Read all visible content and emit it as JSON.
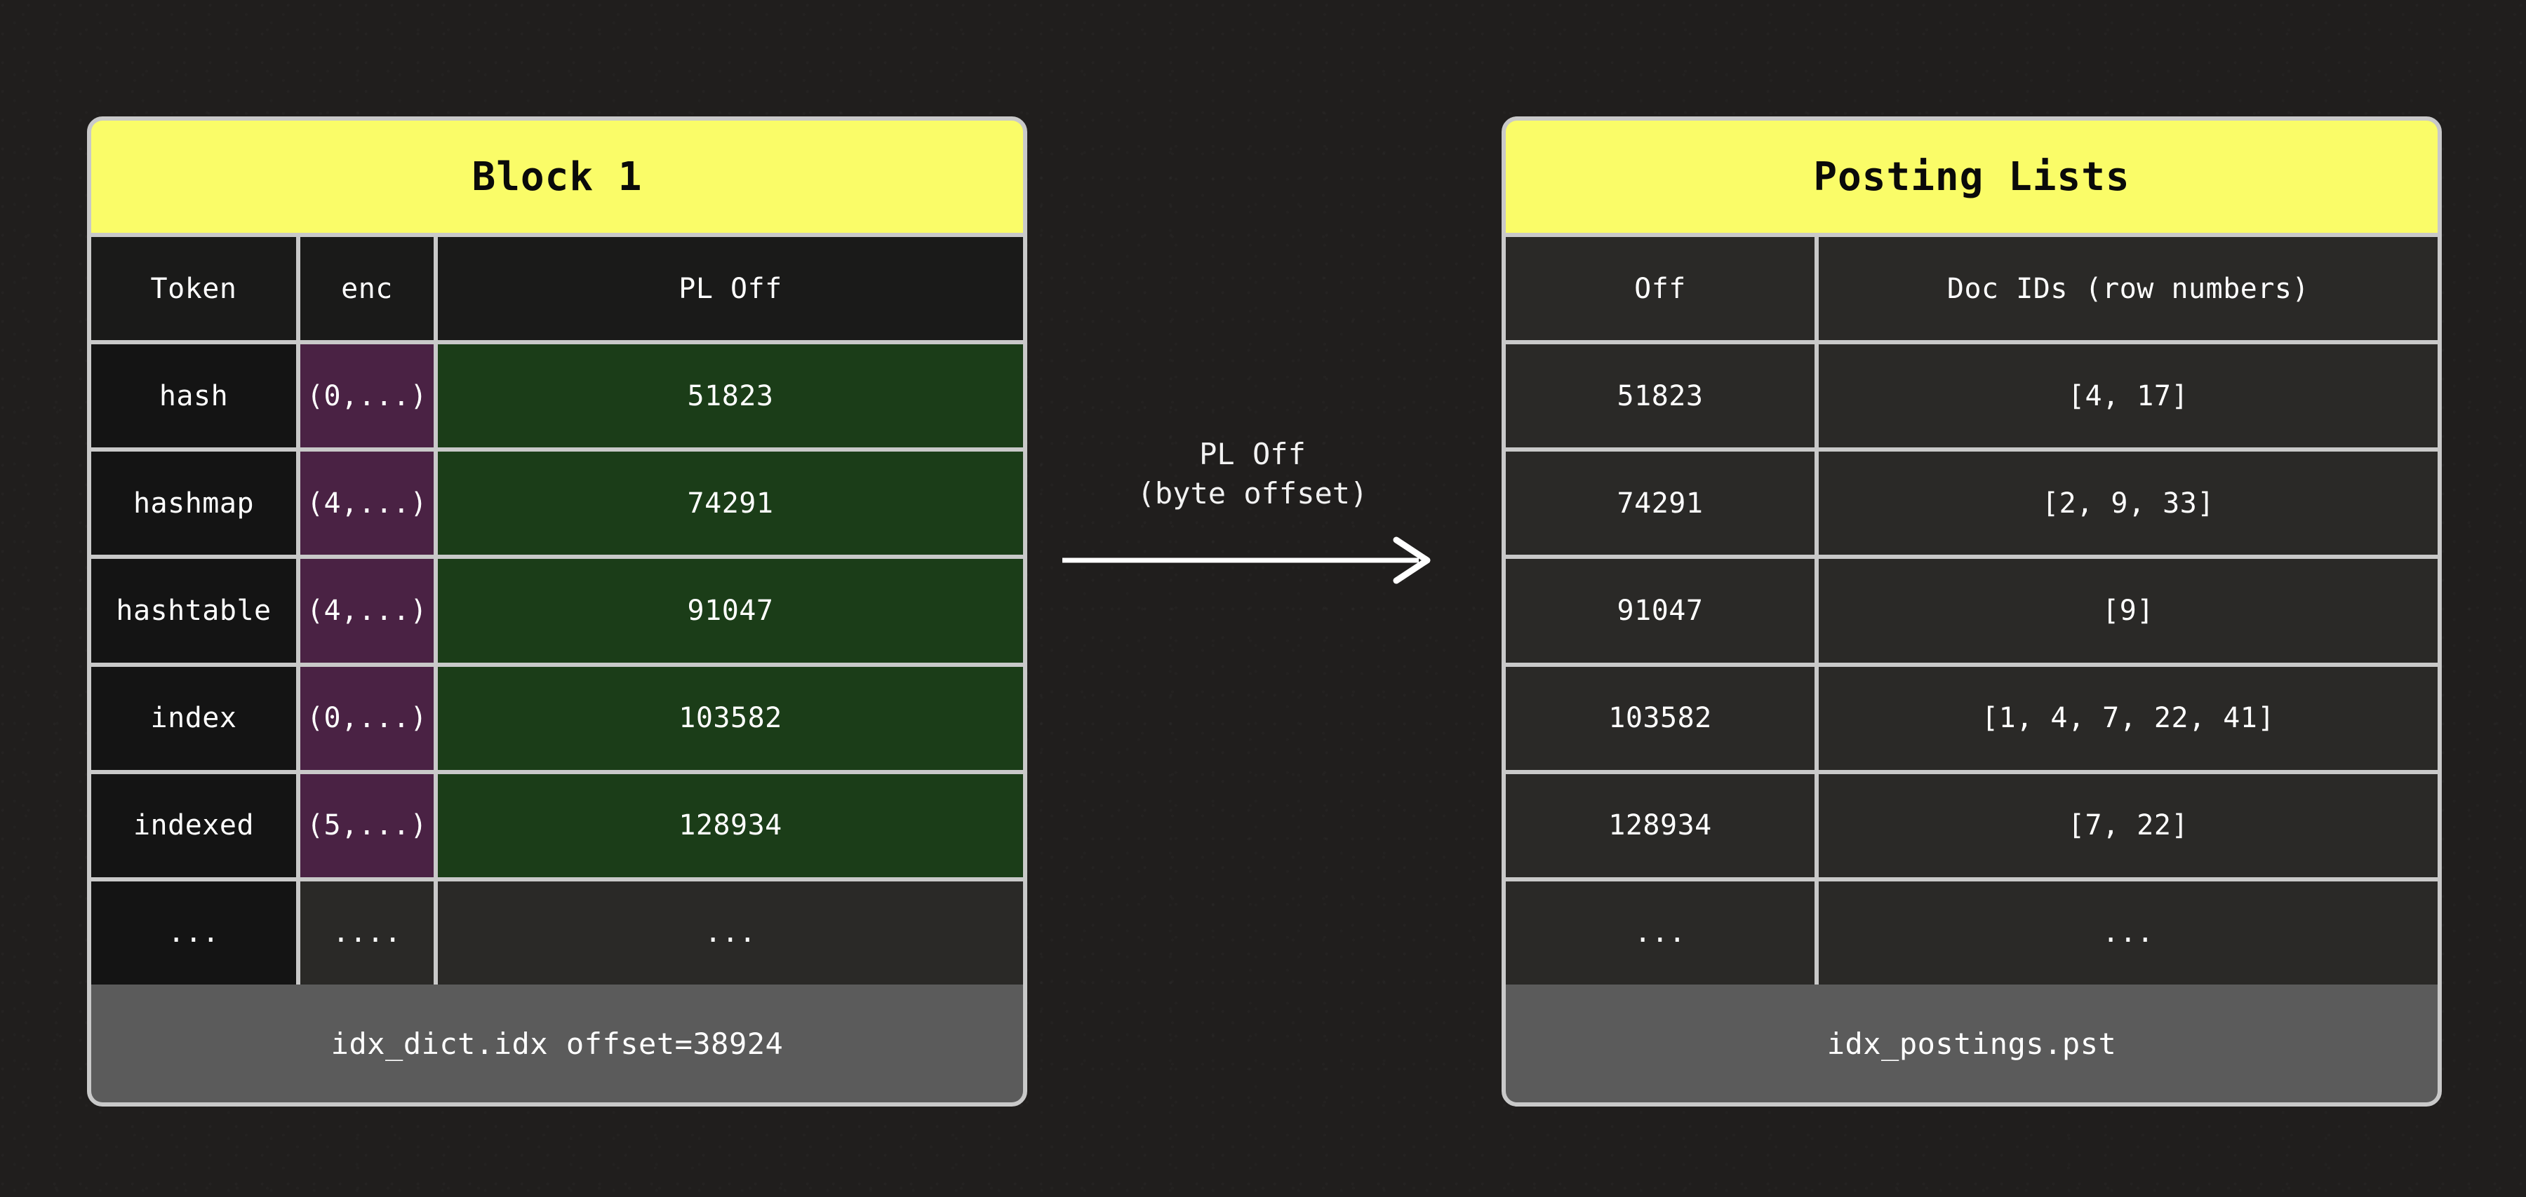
{
  "background": {
    "page_color": "#201e1d",
    "border_color": "#c9c9c9",
    "header_color": "#fafc68",
    "footer_color": "#5b5b5b",
    "enc_cell_color": "#4a2244",
    "ploff_cell_color": "#1b3d18",
    "cell_color": "#2a2927",
    "text_color": "#ffffff"
  },
  "left_panel": {
    "title": "Block 1",
    "columns": [
      "Token",
      "enc",
      "PL Off"
    ],
    "rows": [
      {
        "token": "hash",
        "enc": "(0,...)",
        "pl_off": "51823"
      },
      {
        "token": "hashmap",
        "enc": "(4,...)",
        "pl_off": "74291"
      },
      {
        "token": "hashtable",
        "enc": "(4,...)",
        "pl_off": "91047"
      },
      {
        "token": "index",
        "enc": "(0,...)",
        "pl_off": "103582"
      },
      {
        "token": "indexed",
        "enc": "(5,...)",
        "pl_off": "128934"
      }
    ],
    "ellipsis_row": {
      "token": "...",
      "enc": "....",
      "pl_off": "..."
    },
    "footer": "idx_dict.idx offset=38924"
  },
  "connector": {
    "label_line1": "PL Off",
    "label_line2": "(byte offset)",
    "arrow": "arrow-right-icon"
  },
  "right_panel": {
    "title": "Posting Lists",
    "columns": [
      "Off",
      "Doc IDs (row numbers)"
    ],
    "rows": [
      {
        "off": "51823",
        "doc_ids": "[4, 17]"
      },
      {
        "off": "74291",
        "doc_ids": "[2, 9, 33]"
      },
      {
        "off": "91047",
        "doc_ids": "[9]"
      },
      {
        "off": "103582",
        "doc_ids": "[1, 4, 7, 22, 41]"
      },
      {
        "off": "128934",
        "doc_ids": "[7, 22]"
      }
    ],
    "ellipsis_row": {
      "off": "...",
      "doc_ids": "..."
    },
    "footer": "idx_postings.pst"
  }
}
